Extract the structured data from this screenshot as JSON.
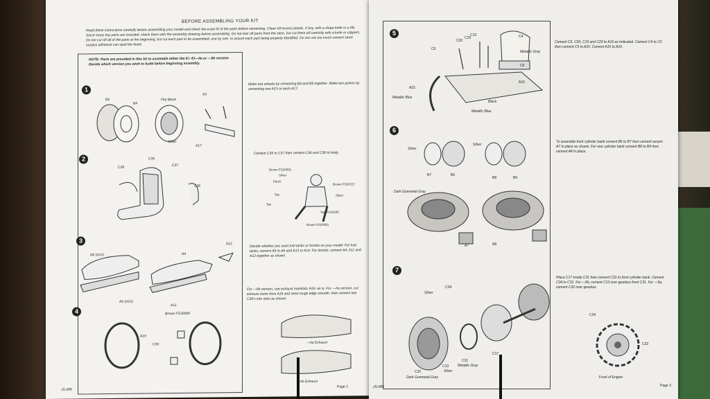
{
  "left_page": {
    "heading": "BEFORE ASSEMBLING YOUR KIT",
    "intro": "Read these instructions carefully before assembling your model and check the exact fit of the parts before cementing. Clean off excess plastic, if any, with a sharp knife or a file. Since many tiny parts are included, check them with the assembly drawing before assembling. Do not tear off parts from the stem, but cut them off carefully with a knife or clippers. Do not cut off all of the parts at the beginning, but cut each part to be assembled, one by one, to assure each part being properly identified. Do not use too much cement since surplus adhesive can spoil the finish.",
    "note": "NOTE: Parts are provided in this kit to assemble either the Ki. 43—IIa or —IIb version. Decide which version you wish to build before beginning assembly.",
    "steps": [
      {
        "num": "1",
        "text": "Make two wheels by cementing B4 and B5 together. Make two pylons by cementing two A3's to each A17.",
        "labels": [
          "B5",
          "B4",
          "Flat Black",
          "A3",
          "Silver",
          "A17"
        ]
      },
      {
        "num": "2",
        "text": "Cement C35 to C37 then cement C36 and C38 to body.",
        "labels": [
          "C35",
          "C38",
          "C37",
          "C36",
          "Brown FS20061",
          "Silver",
          "Flesh",
          "Brown FS30117",
          "Tan",
          "Silver",
          "Tan",
          "Tan FS20206",
          "Brown FS20061"
        ]
      },
      {
        "num": "3",
        "text": "Decide whether you want fuel tanks or bombs on your model. For fuel tanks, cement A5 to A6 and A13 to A14. For bombs, cement A4, A11 and A12 together as shown.",
        "labels": [
          "A6 (A14)",
          "A4",
          "A12",
          "A5 (A13)",
          "A11"
        ]
      },
      {
        "num": "4",
        "text": "For —IIb version, use exhaust manifold, A19, as is. For —IIa version, cut exhaust stubs from A19 and send rough edge smooth, then cement two C30's into slots as shown.",
        "labels": [
          "Brown FS30099",
          "A19",
          "C30",
          "—IIa Exhaust",
          "—IIb Exhaust"
        ]
      }
    ],
    "code": "JS-089",
    "page_no": "Page 2"
  },
  "right_page": {
    "steps": [
      {
        "num": "5",
        "text": "Cement C6, C20, C19 and C29 to A16 as indicated. Cement C4 to C5 then cement C5 to A16. Cement A15 to A16.",
        "labels": [
          "C20",
          "C29",
          "C19",
          "C4",
          "C6",
          "Metallic Gray",
          "C5",
          "A15",
          "A16",
          "Metallic Blue",
          "Black",
          "Metallic Blue"
        ]
      },
      {
        "num": "6",
        "text": "To assemble front cylinder bank cement B6 to B7 then cement assem A7 in place as shown. For rear cylinder bank cement B8 to B9 then cement A8 in place.",
        "labels": [
          "Silver",
          "Silver",
          "B7",
          "B6",
          "B8",
          "B9",
          "Dark Gunmetal Gray",
          "A7",
          "A8"
        ]
      },
      {
        "num": "7",
        "text": "Place C17 inside C31 then cement C31 to front cylinder bank. Cement C34 to C31. For —IIb, cement C13 over gearbox front C31. For —IIa, cement C32 over gearbox.",
        "labels": [
          "Silver",
          "C34",
          "C32",
          "C13",
          "Silver",
          "C31",
          "Metallic Gray",
          "C17",
          "Dark Gunmetal Gray",
          "C34",
          "C33",
          "Front of Engine"
        ]
      }
    ],
    "code": "JS-089",
    "page_no": "Page 3"
  }
}
